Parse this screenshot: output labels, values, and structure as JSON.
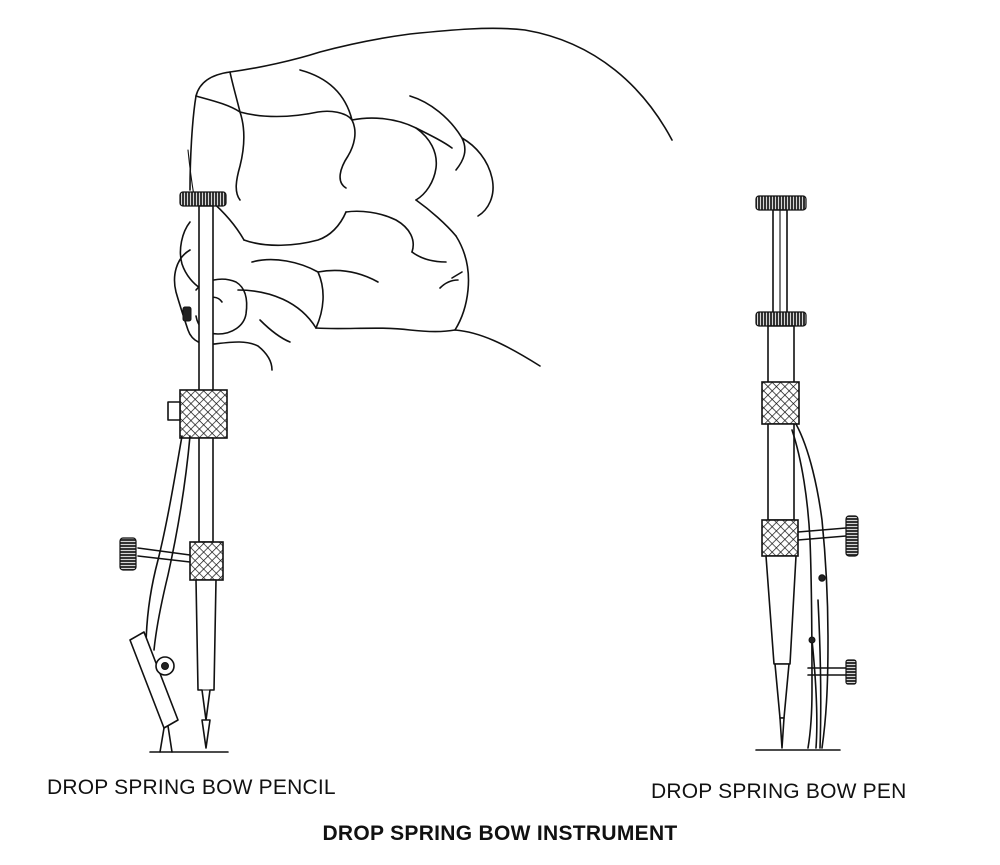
{
  "captions": {
    "pencil": "DROP SPRING BOW PENCIL",
    "pen": "DROP SPRING BOW PEN",
    "title": "DROP SPRING BOW INSTRUMENT"
  },
  "colors": {
    "line": "#111111",
    "background": "#ffffff"
  }
}
